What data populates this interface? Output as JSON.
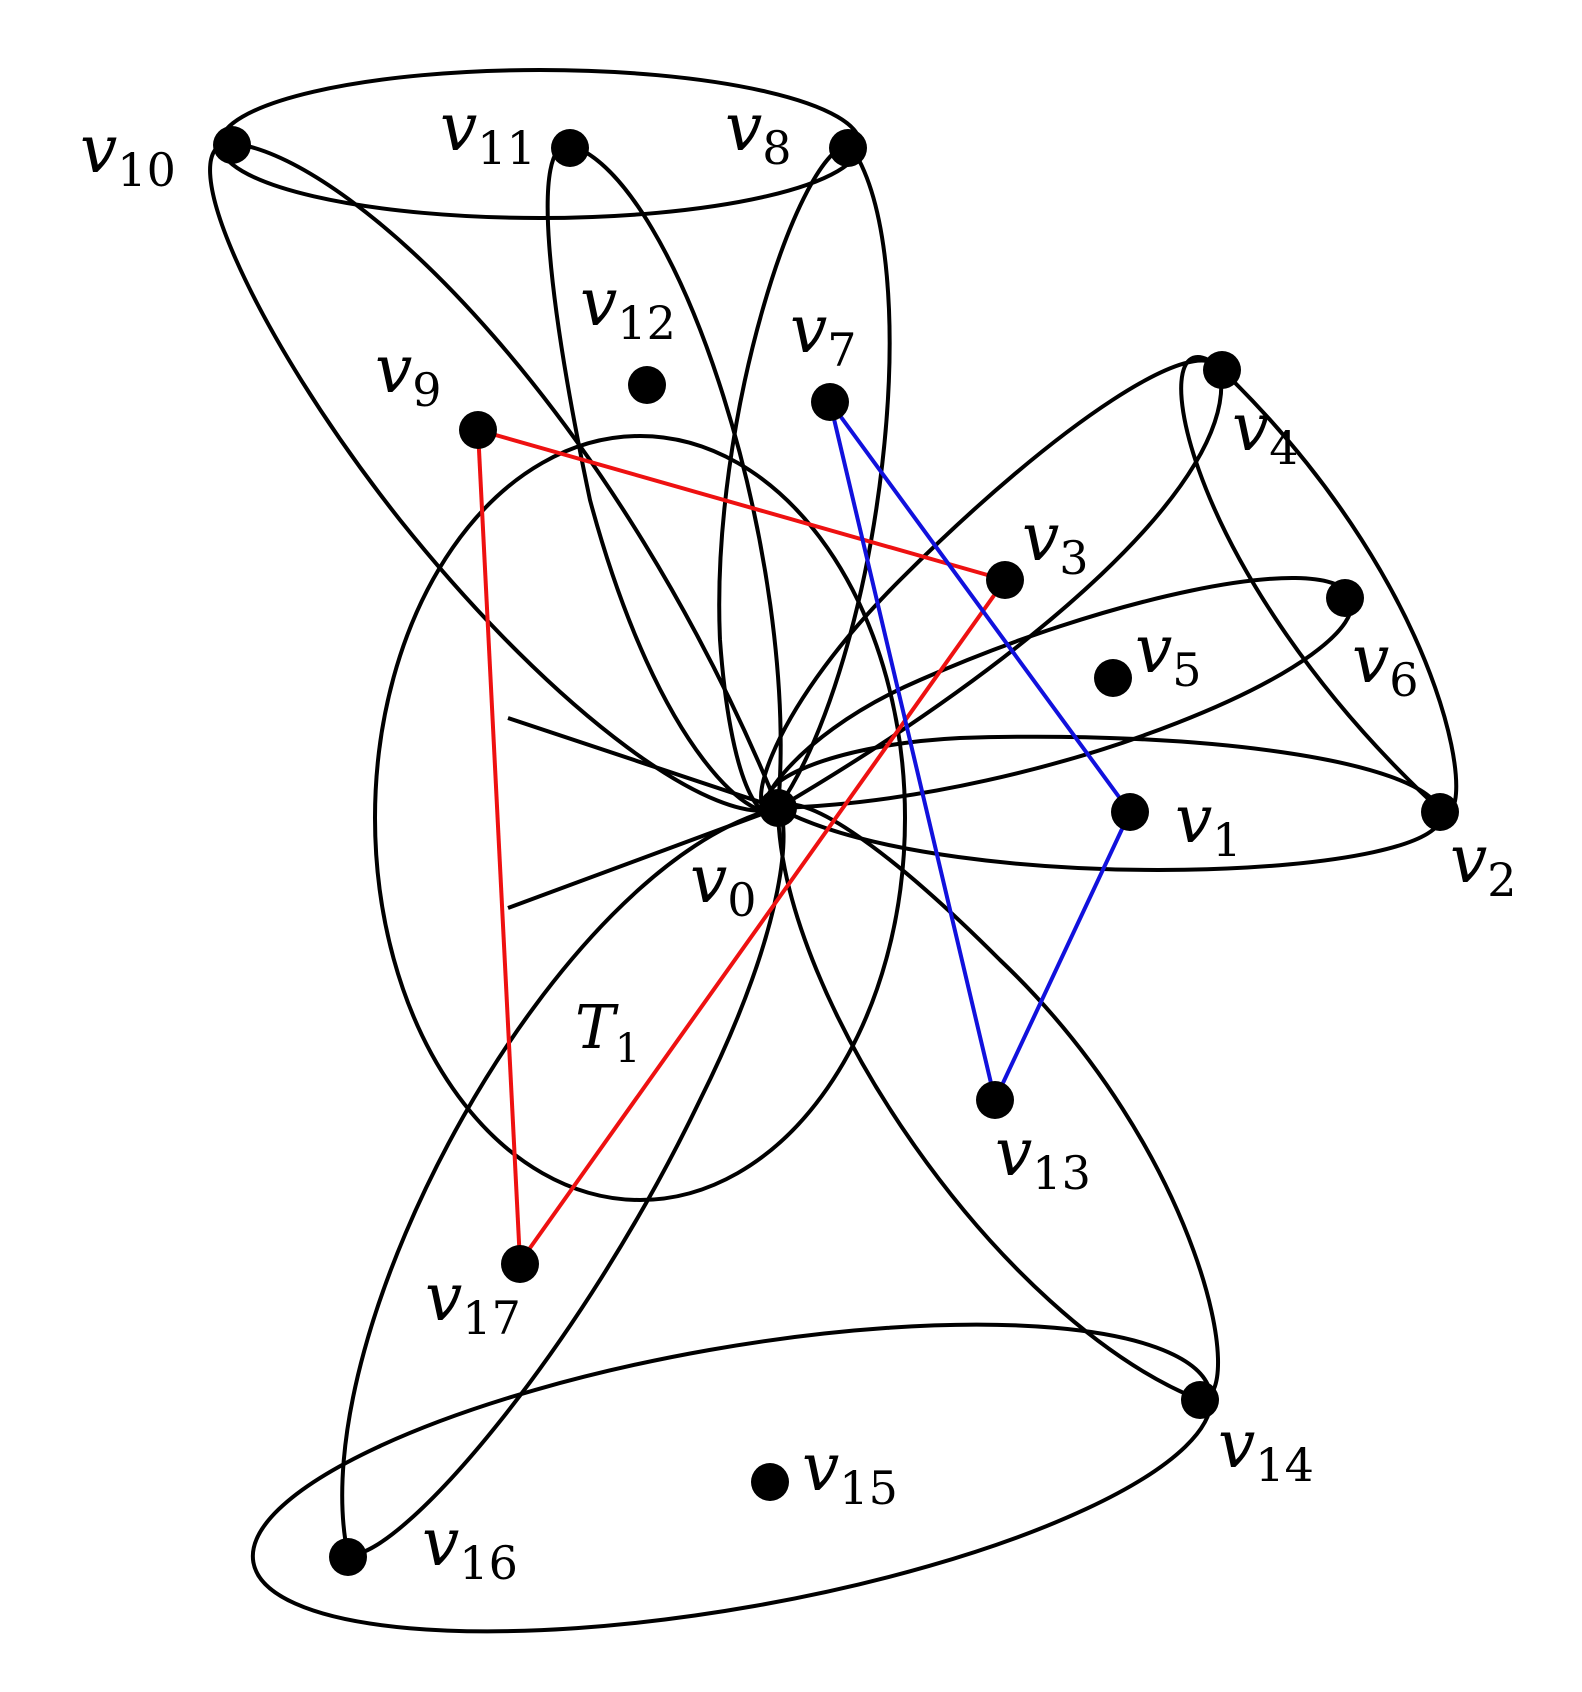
{
  "colors": {
    "ink": "#000000",
    "red_path": "#ee1111",
    "blue_path": "#1111dd"
  },
  "vertex_labels": {
    "v0": {
      "base": "v",
      "sub": "0"
    },
    "v1": {
      "base": "v",
      "sub": "1"
    },
    "v2": {
      "base": "v",
      "sub": "2"
    },
    "v3": {
      "base": "v",
      "sub": "3"
    },
    "v4": {
      "base": "v",
      "sub": "4"
    },
    "v5": {
      "base": "v",
      "sub": "5"
    },
    "v6": {
      "base": "v",
      "sub": "6"
    },
    "v7": {
      "base": "v",
      "sub": "7"
    },
    "v8": {
      "base": "v",
      "sub": "8"
    },
    "v9": {
      "base": "v",
      "sub": "9"
    },
    "v10": {
      "base": "v",
      "sub": "10"
    },
    "v11": {
      "base": "v",
      "sub": "11"
    },
    "v12": {
      "base": "v",
      "sub": "12"
    },
    "v13": {
      "base": "v",
      "sub": "13"
    },
    "v14": {
      "base": "v",
      "sub": "14"
    },
    "v15": {
      "base": "v",
      "sub": "15"
    },
    "v16": {
      "base": "v",
      "sub": "16"
    },
    "v17": {
      "base": "v",
      "sub": "17"
    }
  },
  "region_label": {
    "base": "T",
    "sub": "1"
  }
}
